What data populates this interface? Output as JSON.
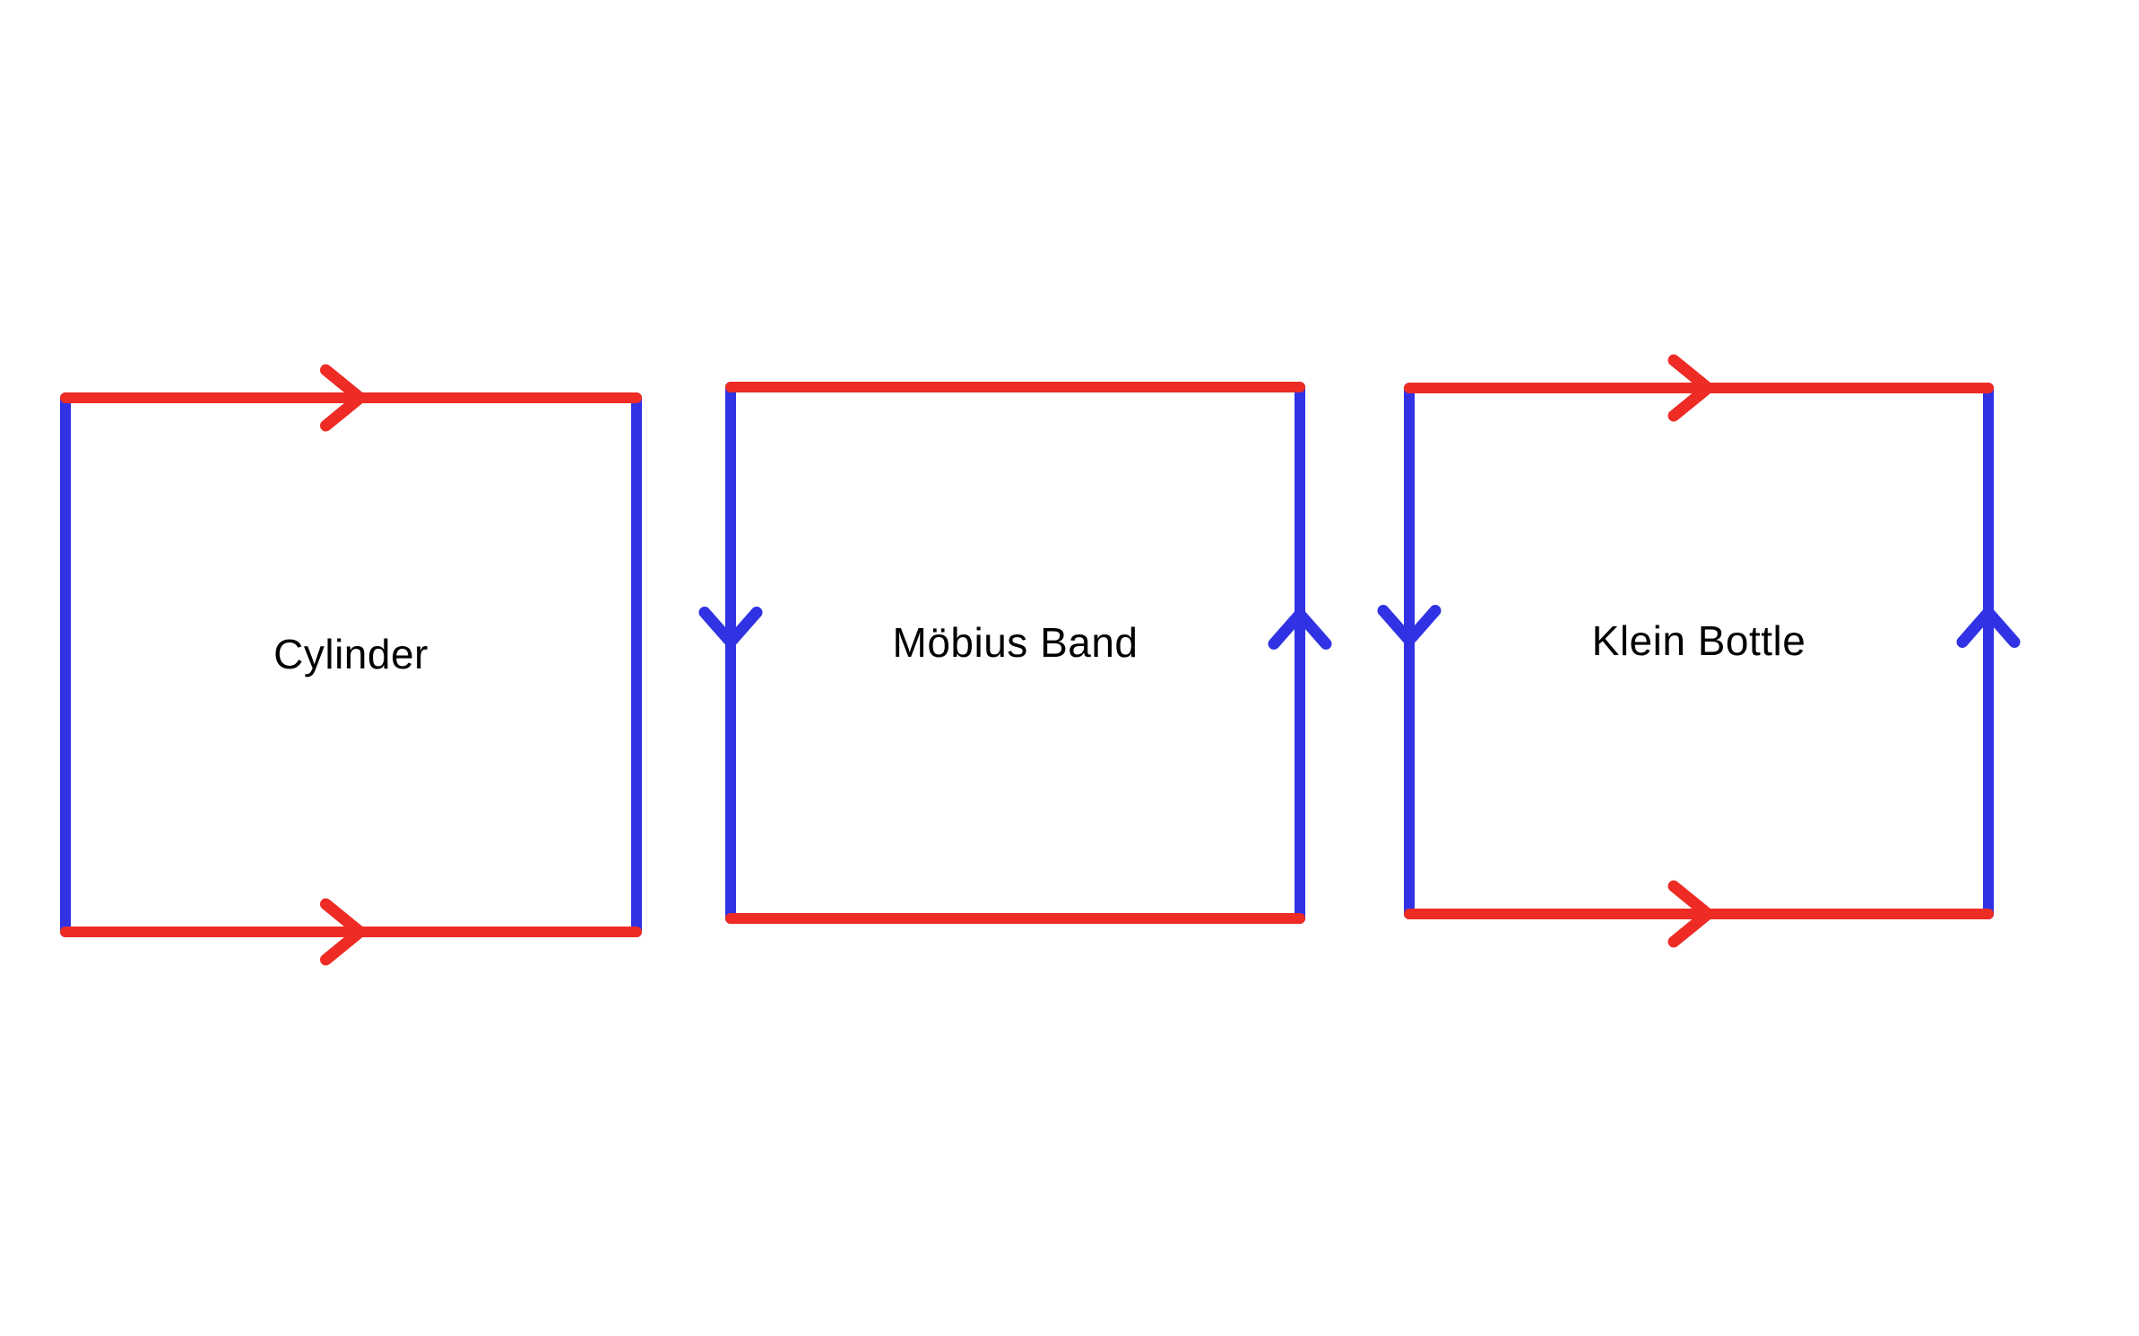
{
  "colors": {
    "red": "#EE2B24",
    "blue": "#3032E4",
    "label": "#000000",
    "background": "#FFFFFF"
  },
  "diagrams": [
    {
      "label": "Cylinder",
      "edges": {
        "top": {
          "color": "red",
          "arrow": "right"
        },
        "bottom": {
          "color": "red",
          "arrow": "right"
        },
        "left": {
          "color": "blue",
          "arrow": "none"
        },
        "right": {
          "color": "blue",
          "arrow": "none"
        }
      }
    },
    {
      "label": "Möbius Band",
      "edges": {
        "top": {
          "color": "red",
          "arrow": "none"
        },
        "bottom": {
          "color": "red",
          "arrow": "none"
        },
        "left": {
          "color": "blue",
          "arrow": "down"
        },
        "right": {
          "color": "blue",
          "arrow": "up"
        }
      }
    },
    {
      "label": "Klein Bottle",
      "edges": {
        "top": {
          "color": "red",
          "arrow": "right"
        },
        "bottom": {
          "color": "red",
          "arrow": "right"
        },
        "left": {
          "color": "blue",
          "arrow": "down"
        },
        "right": {
          "color": "blue",
          "arrow": "up"
        }
      }
    }
  ]
}
